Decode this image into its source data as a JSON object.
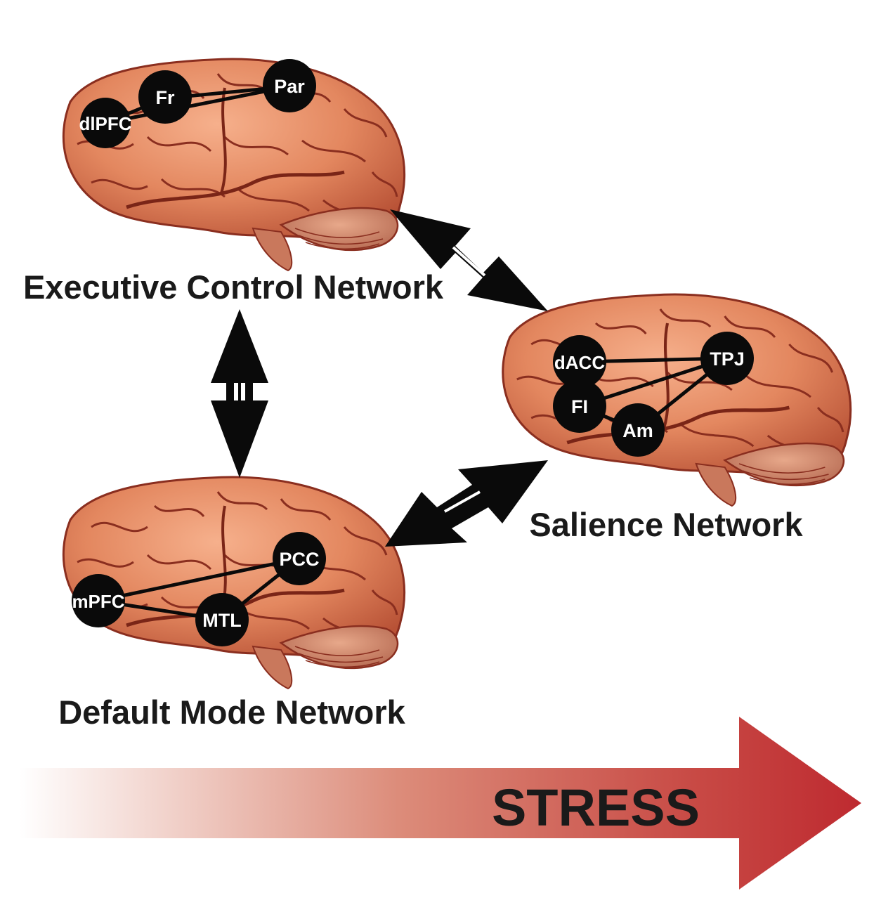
{
  "networks": {
    "executive": {
      "label": "Executive Control Network",
      "nodes": {
        "dlpfc": "dlPFC",
        "fr": "Fr",
        "par": "Par"
      }
    },
    "salience": {
      "label": "Salience Network",
      "nodes": {
        "dacc": "dACC",
        "tpj": "TPJ",
        "fi": "FI",
        "am": "Am"
      }
    },
    "default_mode": {
      "label": "Default Mode Network",
      "nodes": {
        "mpfc": "mPFC",
        "pcc": "PCC",
        "mtl": "MTL"
      }
    }
  },
  "stress_arrow": {
    "label": "STRESS"
  },
  "colors": {
    "brain": "#e3875f",
    "brain_dark": "#8a2e1f",
    "node": "#0a0a0a",
    "arrow": "#0a0a0a",
    "stress_start": "#ffffff",
    "stress_end": "#be2a30"
  }
}
